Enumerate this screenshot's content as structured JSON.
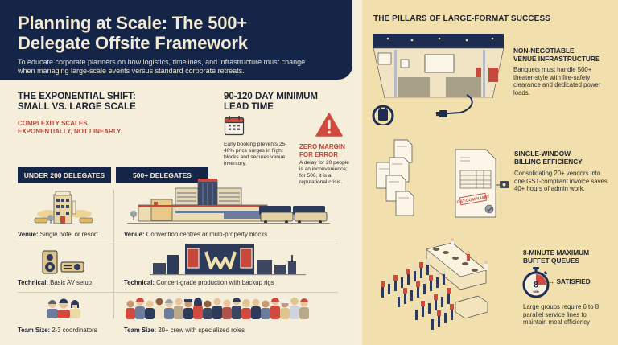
{
  "header": {
    "title_line1": "Planning at Scale: The 500+",
    "title_line2": "Delegate Offsite Framework",
    "subtitle": "To educate corporate planners on how logistics, timelines, and infrastructure must change when managing large-scale events versus standard corporate retreats."
  },
  "shift": {
    "title_line1": "THE EXPONENTIAL SHIFT:",
    "title_line2": "SMALL VS. LARGE SCALE",
    "subtitle_line1": "COMPLEXITY SCALES",
    "subtitle_line2": "EXPONENTIALLY, NOT LINEARLY."
  },
  "lead_time": {
    "title_line1": "90-120 DAY MINIMUM",
    "title_line2": "LEAD TIME",
    "icon": "calendar-icon",
    "text": "Early booking prevents 25-40% price surges in flight blocks and secures venue inventory."
  },
  "zero_margin": {
    "icon": "warning-icon",
    "title_line1": "ZERO MARGIN",
    "title_line2": "FOR ERROR",
    "text": "A delay for 20 people is an inconvenience; for 500, it is a reputational crisis."
  },
  "comparison": {
    "small": {
      "badge": "UNDER 200 DELEGATES",
      "venue_label": "Venue:",
      "venue_value": " Single hotel or resort",
      "technical_label": "Technical:",
      "technical_value": " Basic AV setup",
      "team_label": "Team Size:",
      "team_value": " 2-3 coordinators"
    },
    "large": {
      "badge": "500+ DELEGATES",
      "venue_label": "Venue:",
      "venue_value": " Convention centres or multi-property blocks",
      "technical_label": "Technical:",
      "technical_value": " Concert-grade production with backup rigs",
      "team_label": "Team Size:",
      "team_value": " 20+ crew with specialized roles"
    }
  },
  "pillars": {
    "title": "THE PILLARS OF LARGE-FORMAT SUCCESS",
    "items": [
      {
        "title_line1": "NON-NEGOTIABLE",
        "title_line2": "VENUE INFRASTRUCTURE",
        "text": "Banquets must handle 500+ theater-style with fire-safety clearance and dedicated power loads."
      },
      {
        "title_line1": "SINGLE-WINDOW",
        "title_line2": "BILLING EFFICIENCY",
        "text": "Consolidating 20+ vendors into one GST-compliant invoice saves 40+ hours of admin work.",
        "stamp": "GST-COMPLIANT"
      },
      {
        "title_line1": "8-MINUTE MAXIMUM",
        "title_line2": "BUFFET QUEUES",
        "timer_value": "8",
        "timer_unit": "MIN",
        "result": "→ SATISFIED",
        "text": "Large groups require 6 to 8 parallel service lines to maintain meal efficiency"
      }
    ]
  },
  "colors": {
    "navy": "#152548",
    "cream": "#f5eedb",
    "tan": "#f1e0ad",
    "accent_red": "#c2453a"
  }
}
